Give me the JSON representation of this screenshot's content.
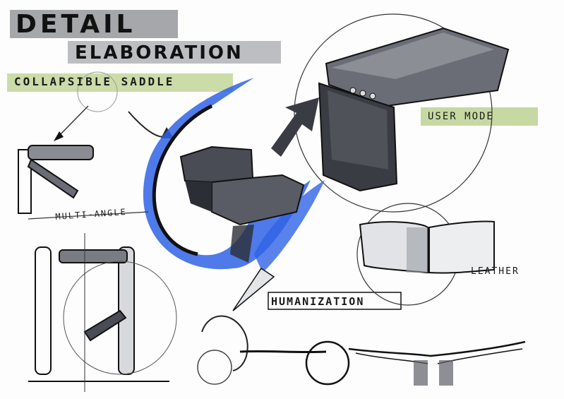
{
  "sheet": {
    "title_line1": "DETAIL",
    "title_line2": "ELABORATION"
  },
  "labels": {
    "collapsible_saddle": "COLLAPSIBLE SADDLE",
    "user_mode": "USER MODE",
    "multi_angle": "MULTI-ANGLE",
    "leather": "LEATHER",
    "humanization": "HUMANIZATION"
  },
  "colors": {
    "paper": "#fdfdfd",
    "ink": "#111111",
    "marker_gray": "#5d6068",
    "marker_dark": "#2c2e35",
    "accent_blue": "#2f63e6",
    "accent_green": "#b9d08c"
  }
}
